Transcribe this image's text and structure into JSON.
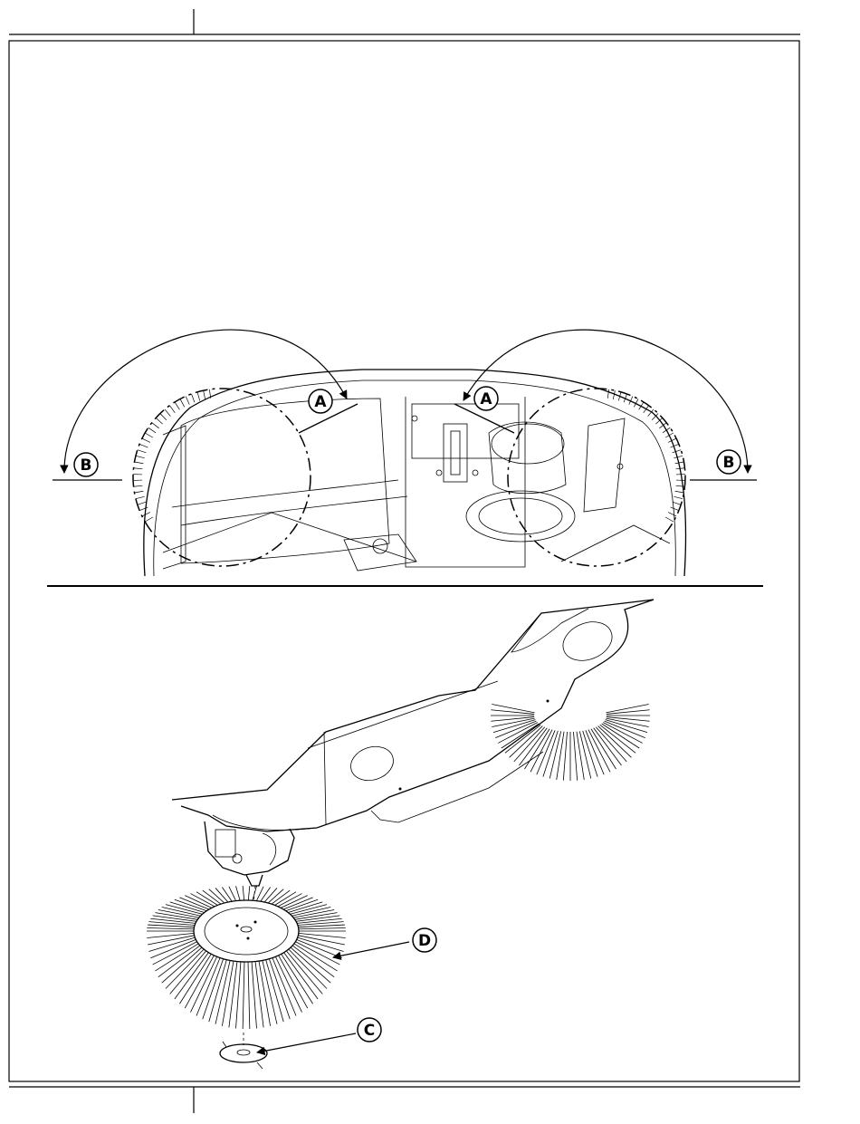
{
  "figure": {
    "top_view": {
      "callouts": [
        {
          "id": "left-a",
          "label": "A"
        },
        {
          "id": "right-a",
          "label": "A"
        },
        {
          "id": "left-b",
          "label": "B"
        },
        {
          "id": "right-b",
          "label": "B"
        }
      ]
    },
    "exploded_view": {
      "callouts": [
        {
          "id": "brush",
          "label": "D"
        },
        {
          "id": "retainer",
          "label": "C"
        }
      ]
    }
  }
}
